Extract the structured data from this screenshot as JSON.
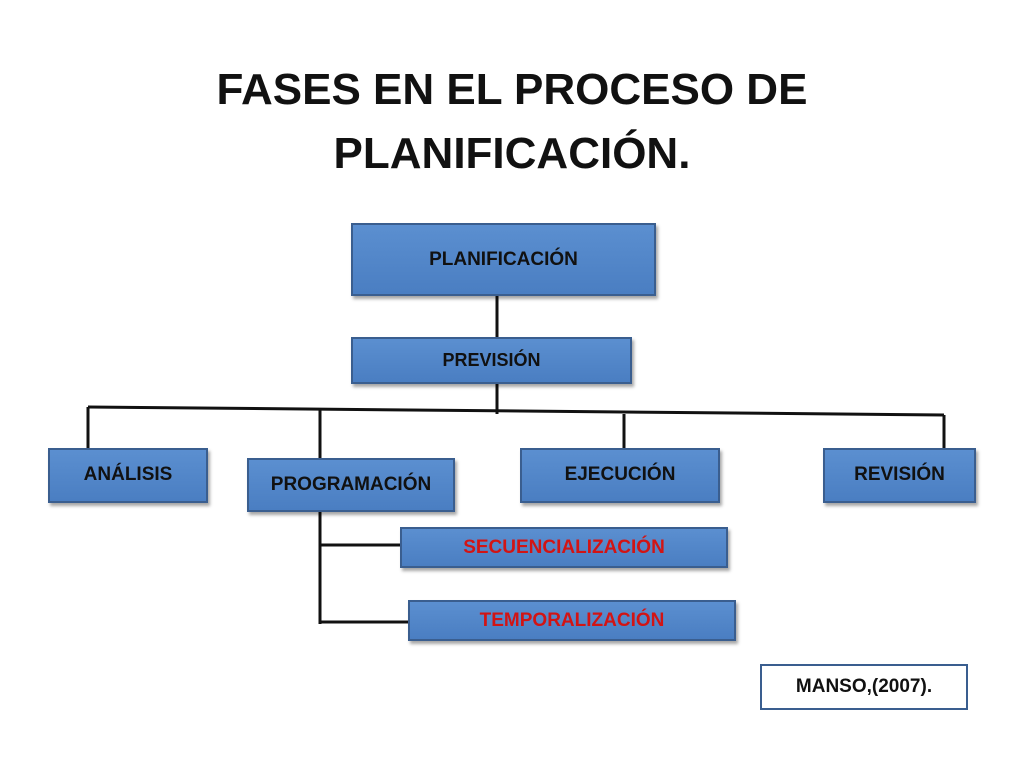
{
  "title": {
    "line1": "FASES EN EL PROCESO DE",
    "line2": "PLANIFICACIÓN."
  },
  "nodes": {
    "planificacion": "PLANIFICACIÓN",
    "prevision": "PREVISIÓN",
    "analisis": "ANÁLISIS",
    "programacion": "PROGRAMACIÓN",
    "ejecucion": "EJECUCIÓN",
    "revision": "REVISIÓN",
    "secuencializacion": "SECUENCIALIZACIÓN",
    "temporalizacion": "TEMPORALIZACIÓN"
  },
  "citation": "MANSO,(2007).",
  "colors": {
    "node_fill": "#4f81bd",
    "node_border": "#3a5e8f",
    "highlight_text": "#d21414"
  }
}
